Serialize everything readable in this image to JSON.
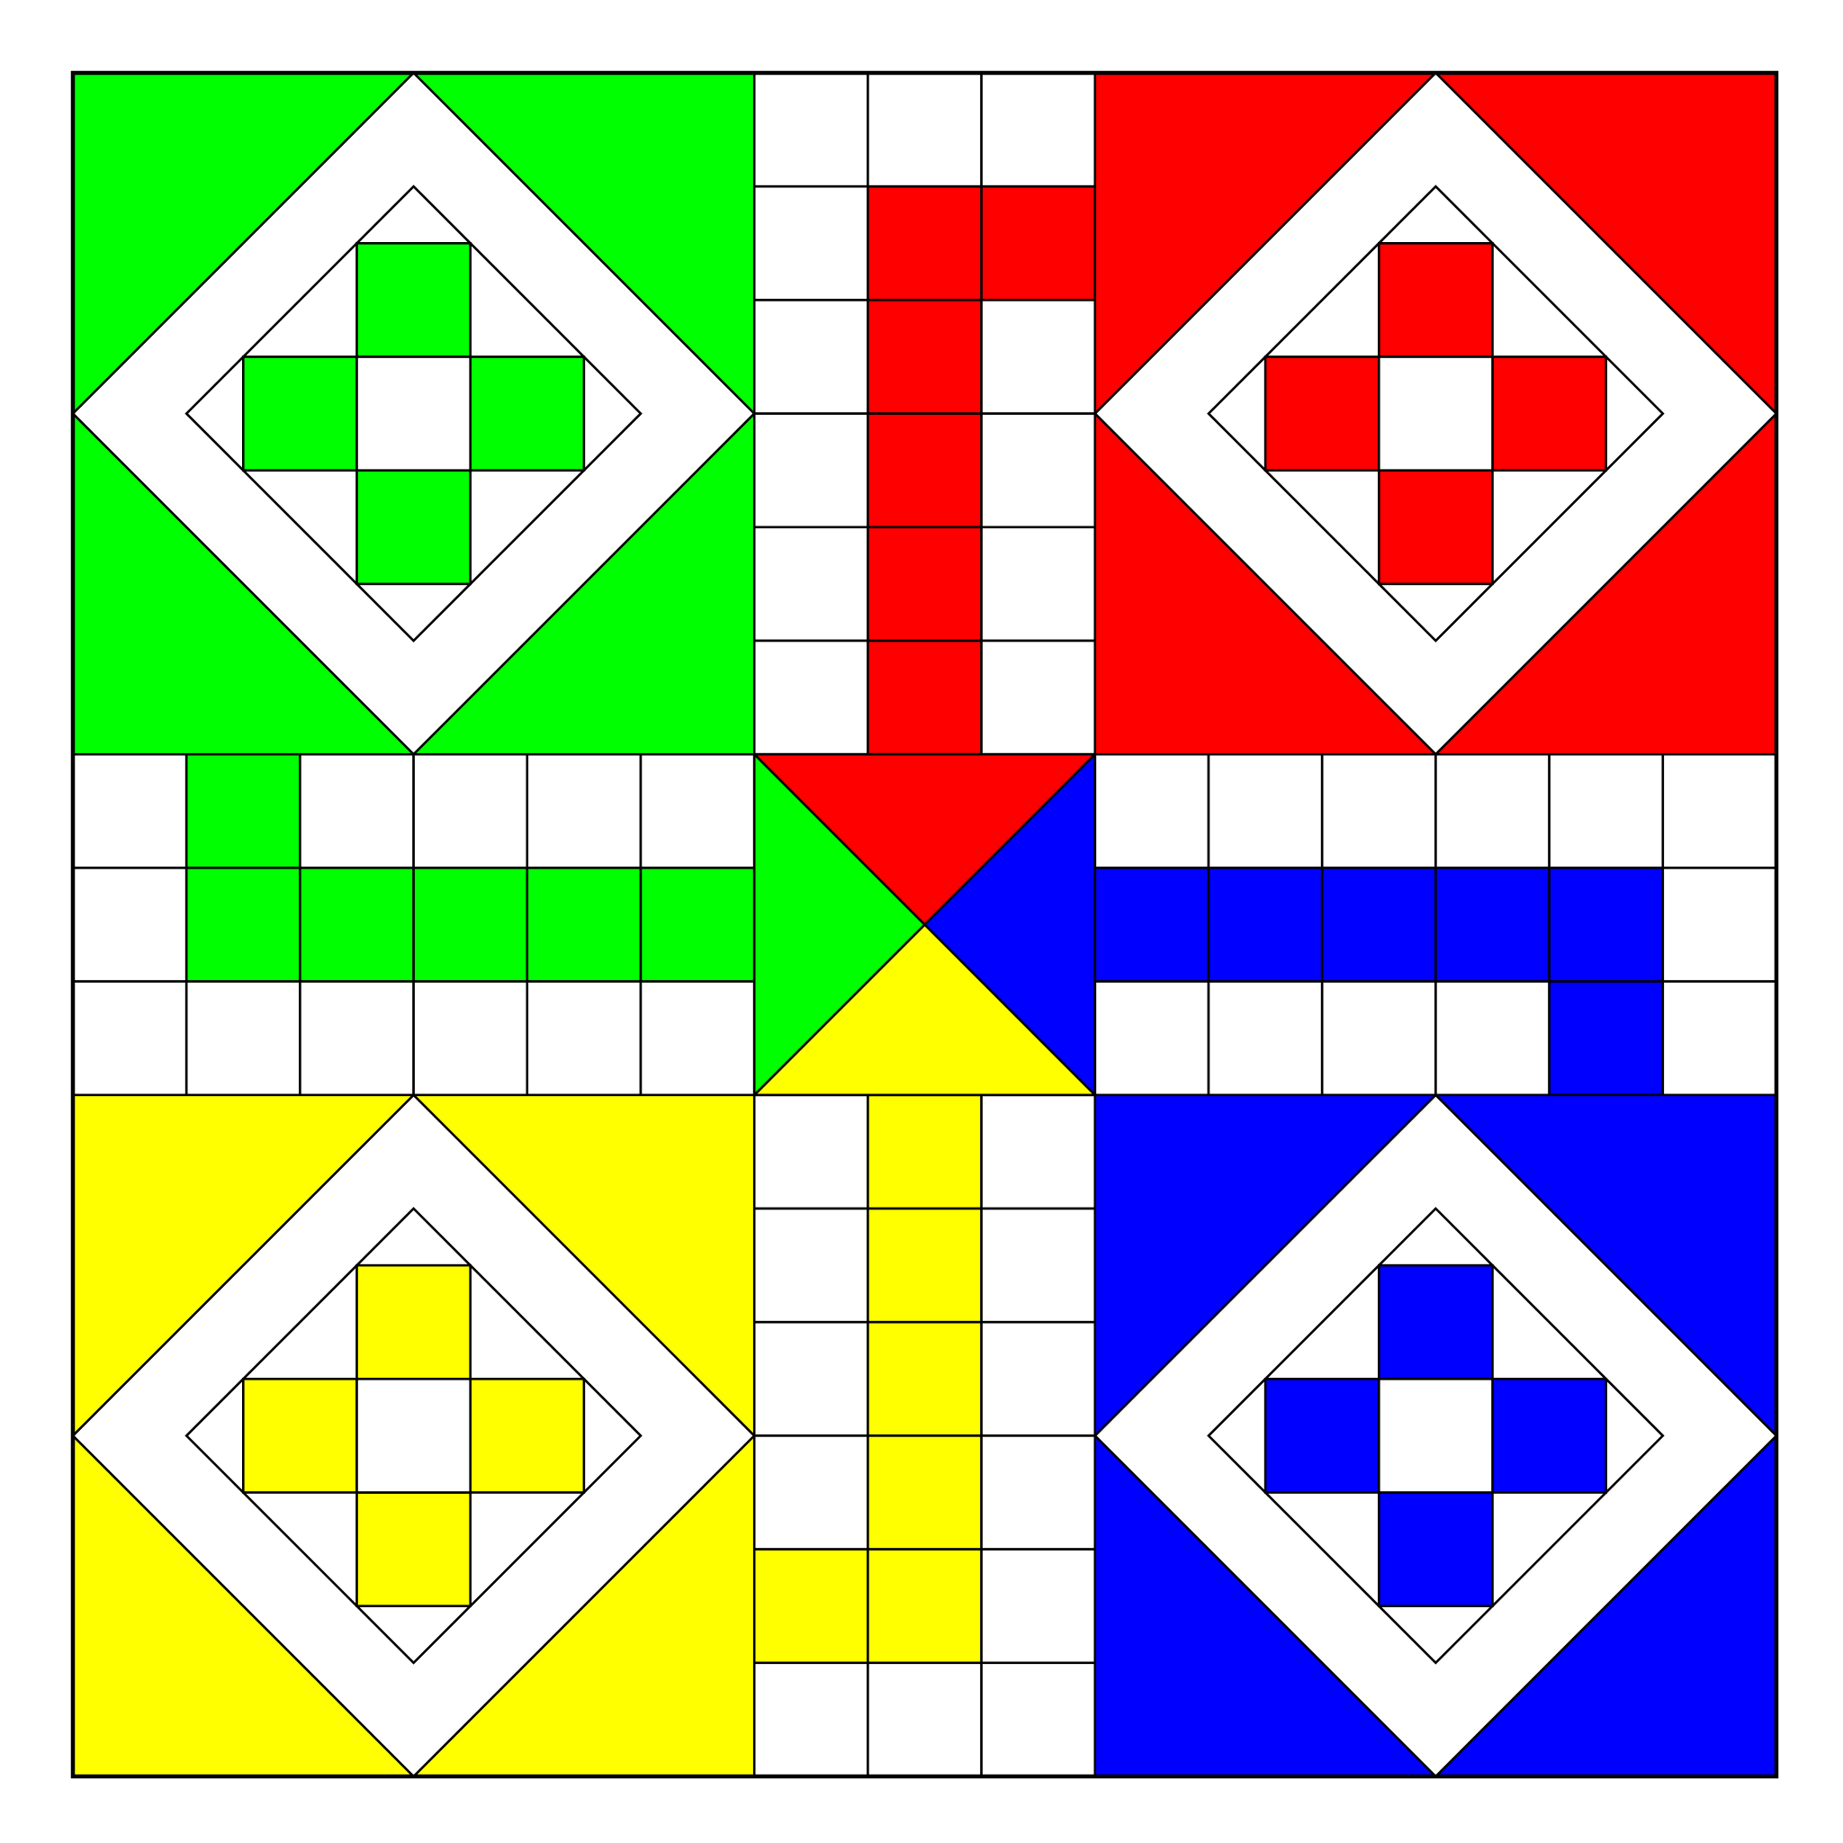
{
  "board": {
    "type": "ludo",
    "grid_size": 15,
    "colors": {
      "green": "#00ff00",
      "red": "#ff0000",
      "blue": "#0000ff",
      "yellow": "#ffff00",
      "path": "#ffffff",
      "line": "#000000"
    },
    "yards": [
      {
        "id": "green",
        "corner": "top-left"
      },
      {
        "id": "red",
        "corner": "top-right"
      },
      {
        "id": "yellow",
        "corner": "bottom-left"
      },
      {
        "id": "blue",
        "corner": "bottom-right"
      }
    ],
    "center_home": {
      "top": "red",
      "right": "blue",
      "bottom": "yellow",
      "left": "green"
    },
    "colored_track_cells": {
      "red": [
        [
          1,
          7
        ],
        [
          1,
          8
        ],
        [
          2,
          7
        ],
        [
          3,
          7
        ],
        [
          4,
          7
        ],
        [
          5,
          7
        ]
      ],
      "green": [
        [
          6,
          1
        ],
        [
          7,
          1
        ],
        [
          7,
          2
        ],
        [
          7,
          3
        ],
        [
          7,
          4
        ],
        [
          7,
          5
        ]
      ],
      "blue": [
        [
          7,
          9
        ],
        [
          7,
          10
        ],
        [
          7,
          11
        ],
        [
          7,
          12
        ],
        [
          7,
          13
        ],
        [
          8,
          13
        ]
      ],
      "yellow": [
        [
          9,
          7
        ],
        [
          10,
          7
        ],
        [
          11,
          7
        ],
        [
          12,
          7
        ],
        [
          13,
          7
        ],
        [
          13,
          6
        ]
      ]
    }
  }
}
